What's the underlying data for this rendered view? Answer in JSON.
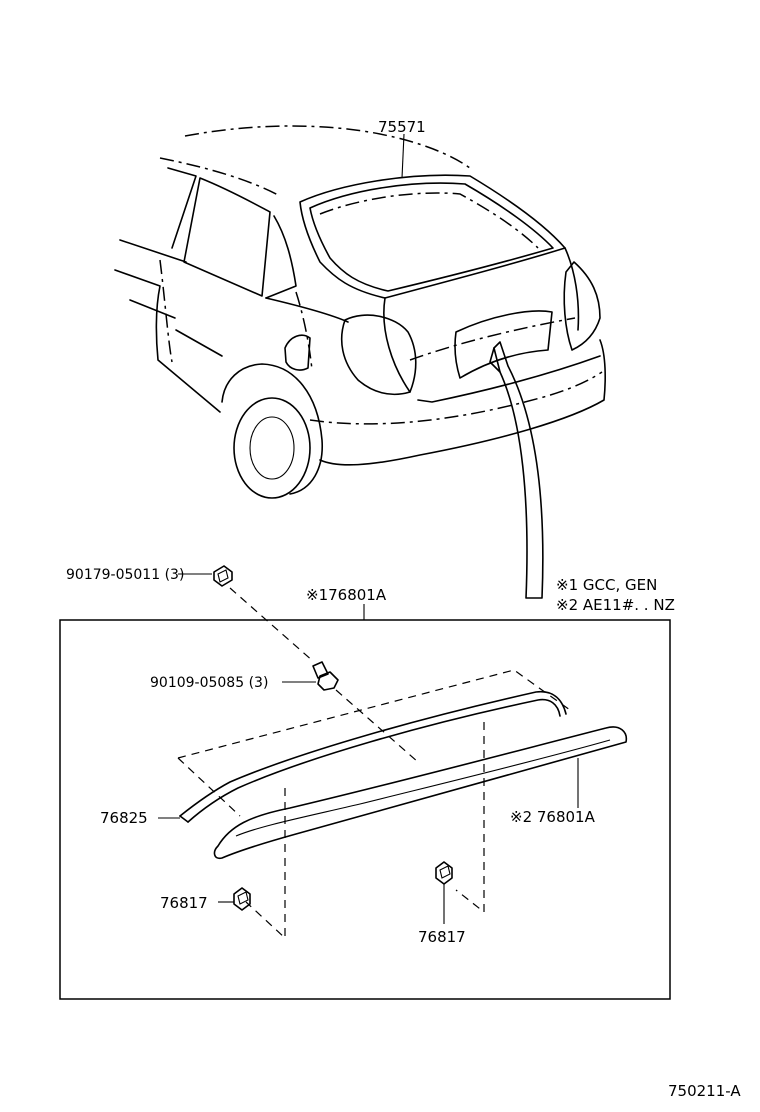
{
  "labels": {
    "weatherstrip": "75571",
    "clip_top": "90179-05011 (3)",
    "kit_ref": "※176801A",
    "screw": "90109-05085 (3)",
    "molding": "76825",
    "garnish": "※2  76801A",
    "clip_left": "76817",
    "clip_right": "76817",
    "note_1": "※1 GCC, GEN",
    "note_2": "※2 AE11#. . NZ",
    "diagram_code": "750211-A"
  }
}
